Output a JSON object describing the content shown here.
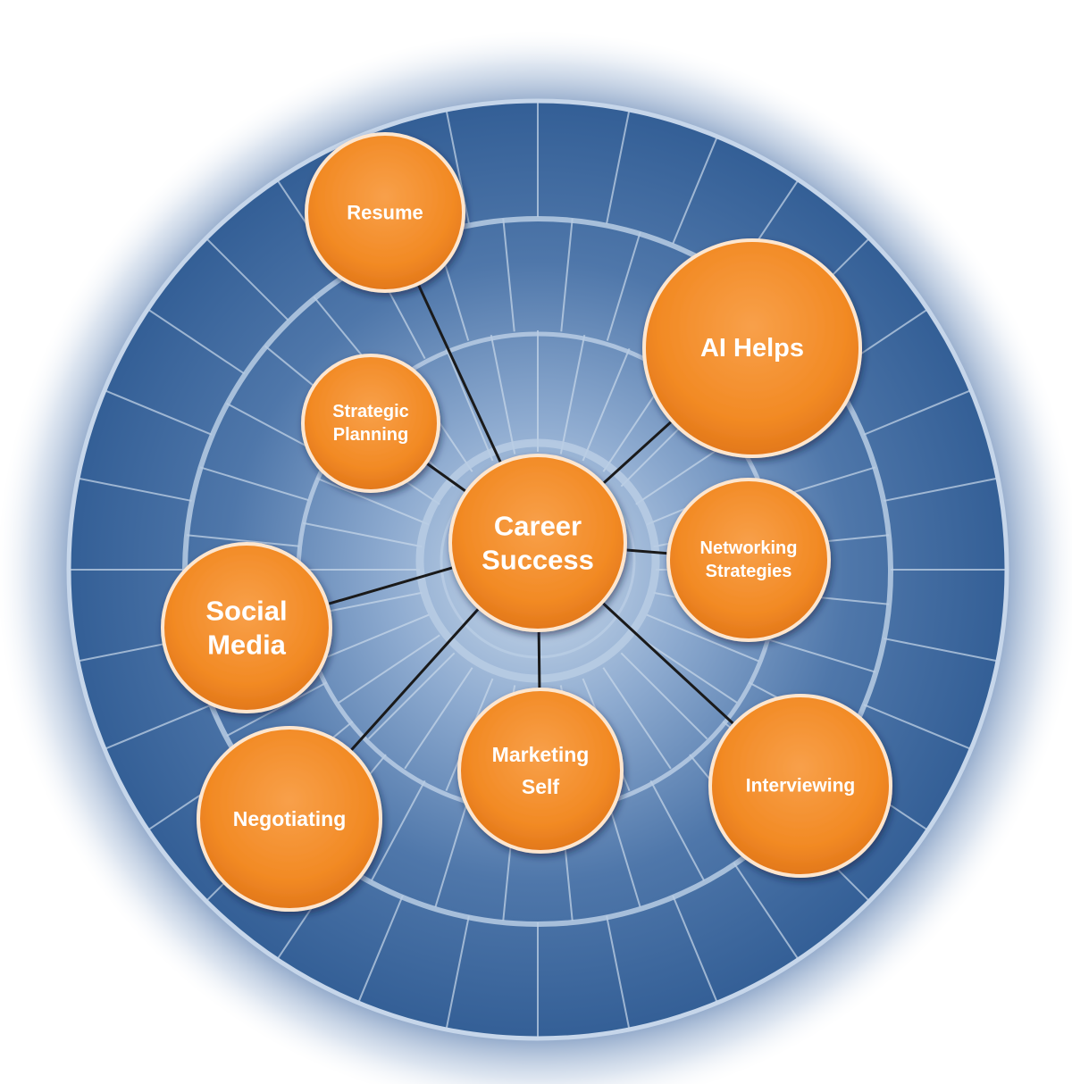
{
  "diagram": {
    "center": {
      "id": "career-success",
      "label_lines": [
        "Career",
        "Success"
      ]
    },
    "nodes": [
      {
        "id": "resume",
        "label_lines": [
          "Resume"
        ]
      },
      {
        "id": "ai-helps",
        "label_lines": [
          "AI Helps"
        ]
      },
      {
        "id": "strategic-planning",
        "label_lines": [
          "Strategic",
          "Planning"
        ]
      },
      {
        "id": "networking-strategies",
        "label_lines": [
          "Networking",
          "Strategies"
        ]
      },
      {
        "id": "social-media",
        "label_lines": [
          "Social",
          "Media"
        ]
      },
      {
        "id": "marketing-self",
        "label_lines": [
          "Marketing",
          "Self"
        ]
      },
      {
        "id": "interviewing",
        "label_lines": [
          "Interviewing"
        ]
      },
      {
        "id": "negotiating",
        "label_lines": [
          "Negotiating"
        ]
      }
    ],
    "edges": [
      {
        "from": "career-success",
        "to": "resume"
      },
      {
        "from": "career-success",
        "to": "ai-helps"
      },
      {
        "from": "career-success",
        "to": "strategic-planning"
      },
      {
        "from": "career-success",
        "to": "networking-strategies"
      },
      {
        "from": "career-success",
        "to": "social-media"
      },
      {
        "from": "career-success",
        "to": "marketing-self"
      },
      {
        "from": "career-success",
        "to": "interviewing"
      },
      {
        "from": "career-success",
        "to": "negotiating"
      }
    ],
    "colors": {
      "disc_outer": "#2e5a92",
      "disc_inner": "#cddcec",
      "grid_line": "#c9d8ea",
      "ring_line": "#b9cde4",
      "node_fill": "#f28a24",
      "node_fill_dark": "#e0751a",
      "node_fill_light": "#f8a04a",
      "node_border": "#fde6cf",
      "edge": "#1a1a1a",
      "label": "#ffffff"
    }
  }
}
